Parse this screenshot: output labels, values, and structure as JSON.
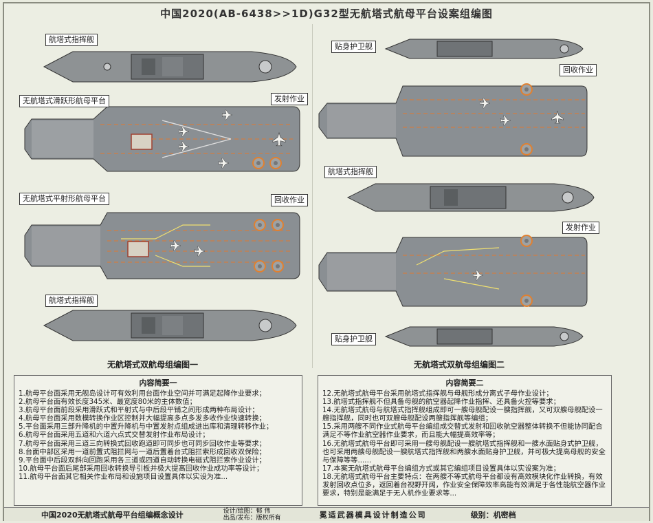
{
  "header": {
    "title": "中国2020(AB-6438>>1D)G32型无航塔式航母平台设案组编图"
  },
  "left_panel": {
    "labels": {
      "top_ship": "航塔式指挥舰",
      "ski_platform": "无航塔式滑跃形航母平台",
      "launch_op": "发射作业",
      "flat_platform": "无航塔式平射形航母平台",
      "recovery_op": "回收作业",
      "bottom_ship": "航塔式指挥舰"
    },
    "caption": "无航塔式双航母组编图一"
  },
  "right_panel": {
    "labels": {
      "top_ship": "贴身护卫舰",
      "recovery_op": "回收作业",
      "command_ship": "航塔式指挥舰",
      "launch_op": "发射作业",
      "bottom_ship": "贴身护卫舰"
    },
    "caption": "无航塔式双航母组编图二"
  },
  "summary_one": {
    "heading": "内容简要一",
    "items": [
      "1.航母平台面采用无舰岛设计可有效利用台面作业空间并可满足起降作业要求；",
      "2.航母平台面有效长度345米、最宽度80米的主体数值；",
      "3.航母平台面前段采用滑跃式和平射式与中后段平铺之间形成两种布局设计；",
      "4.航母平台面采用数模转换作业区控制并大幅提高多点多发多收作业快速转换；",
      "5.平台面采用三部升降机的中置升降机与中置发射点组成进出库和清理转移作业；",
      "6.航母平台面采用五道和六道六点式交替发射作业布局设计；",
      "7.航母平台面采用三道三向转换式回收跑道即可同步也可同步回收作业等要求；",
      "8.台面中部区采用一道前置式阻拦网与一道后置着台式阻拦索形成回收双保险；",
      "9.平台面中后段双斜向回跑采用各三道或四道自动转换电磁式阻拦索作业设计；",
      "10.航母平台面后尾部采用回收转换导引板并极大提高回收作业成功率等设计；",
      "11.航母平台面其它相关作业布局和设施项目设置具体以实设为准..."
    ]
  },
  "summary_two": {
    "heading": "内容简要二",
    "items": [
      "12.无航塔式航母平台采用航塔式指挥舰与母舰形成分离式子母作业设计；",
      "13.航塔式指挥舰不但具备母舰的航空器起降作业指挥、还具备火控等要求；",
      "14.无航塔式航母与航塔式指挥舰组成即可一艘母舰配设一艘指挥舰，又可双艘母舰配设一艘指挥舰，同时也可双艘母舰配设两艘指挥舰等编组；",
      "15.采用两艘不同作业式航母平台编组成交替式发射和回收航空器整体转换不但能协同配合满足不等作业航空器作业要求，而且能大幅提高效率等；",
      "16.无航塔式航母平台即可采用一艘母舰配设一艘航塔式指挥舰和一艘水面贴身式护卫舰，也可采用两艘母舰配设一艘航塔式指挥舰和两艘水面贴身护卫舰，并可极大提高母舰的安全与保障等等......",
      "17.本案无航塔式航母平台编组方式或其它编组项目设置具体以实设案为准；",
      "18.无航塔式航母平台主要特点：在两艘不等式航母平台都设有高效模块化作业转换，有效发射回收点位多，返回着台视野开阔，作业安全保障效率高能有效满足于各性能航空器作业要求，特别是能满足于无人机作业要求等..."
    ]
  },
  "footer": {
    "left_text": "中国2020无航塔式航母平台组编概念设计",
    "design_label": "设计/绘图：",
    "designer": "郁 伟",
    "publisher_label": "出品/发布：",
    "rights": "版权所有",
    "company": "冕适武器模具设计制造公司",
    "level_label": "级别：",
    "level": "机密档"
  }
}
